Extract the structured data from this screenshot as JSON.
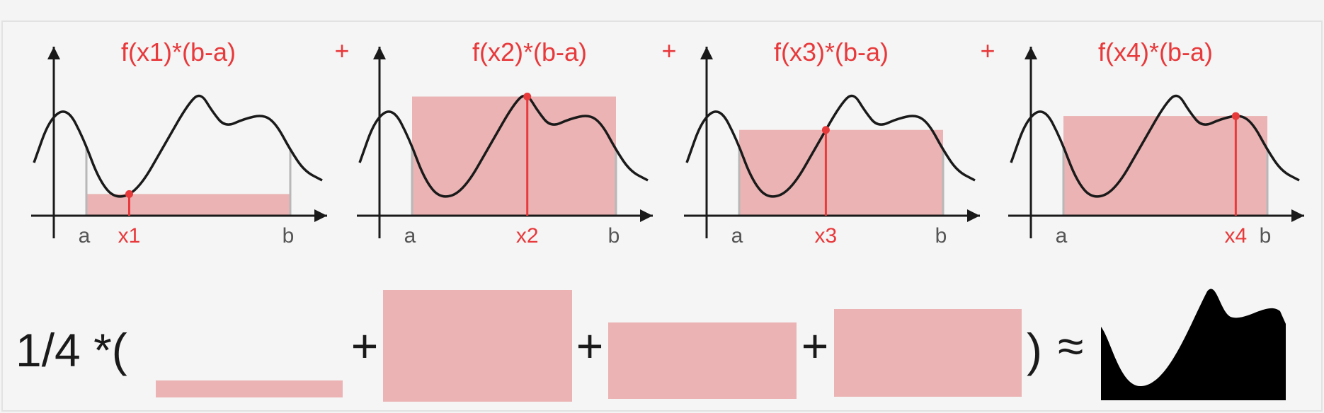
{
  "colors": {
    "background": "#f4f4f4",
    "frame": "#e2e2e2",
    "rect_fill": "#ebb3b3",
    "accent": "#e8393b",
    "curve": "#1a1a1a",
    "bound_line": "#b8b8b8"
  },
  "panels": [
    {
      "title": "f(x1)*(b-a)",
      "a_label": "a",
      "b_label": "b",
      "x_label": "x1",
      "sample_fraction": 0.21
    },
    {
      "title": "f(x2)*(b-a)",
      "a_label": "a",
      "b_label": "b",
      "x_label": "x2",
      "sample_fraction": 0.565
    },
    {
      "title": "f(x3)*(b-a)",
      "a_label": "a",
      "b_label": "b",
      "x_label": "x3",
      "sample_fraction": 0.425
    },
    {
      "title": "f(x4)*(b-a)",
      "a_label": "a",
      "b_label": "b",
      "x_label": "x4",
      "sample_fraction": 0.845
    }
  ],
  "panel_plus": [
    "+",
    "+",
    "+"
  ],
  "equation": {
    "prefix": "1/4 *(",
    "plus": [
      "+",
      "+",
      "+"
    ],
    "suffix": ")",
    "approx": "≈"
  }
}
